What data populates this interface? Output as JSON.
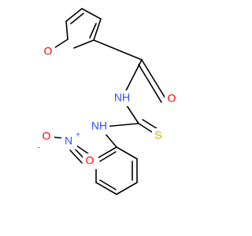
{
  "molecule": {
    "atoms": {
      "furan_o": "O",
      "amide_nh": "NH",
      "carbonyl_o": "O",
      "thio_nh": "NH",
      "thione_s": "S",
      "nitro_n": "N",
      "nitro_n_charge": "+",
      "nitro_o_top": "O",
      "nitro_o_top_charge": "-",
      "nitro_o_right": "O"
    },
    "colors": {
      "bond": "#000000",
      "oxygen": "#ff0000",
      "nitrogen": "#3050f8",
      "sulfur": "#c8b400",
      "background": "#ffffff"
    }
  }
}
